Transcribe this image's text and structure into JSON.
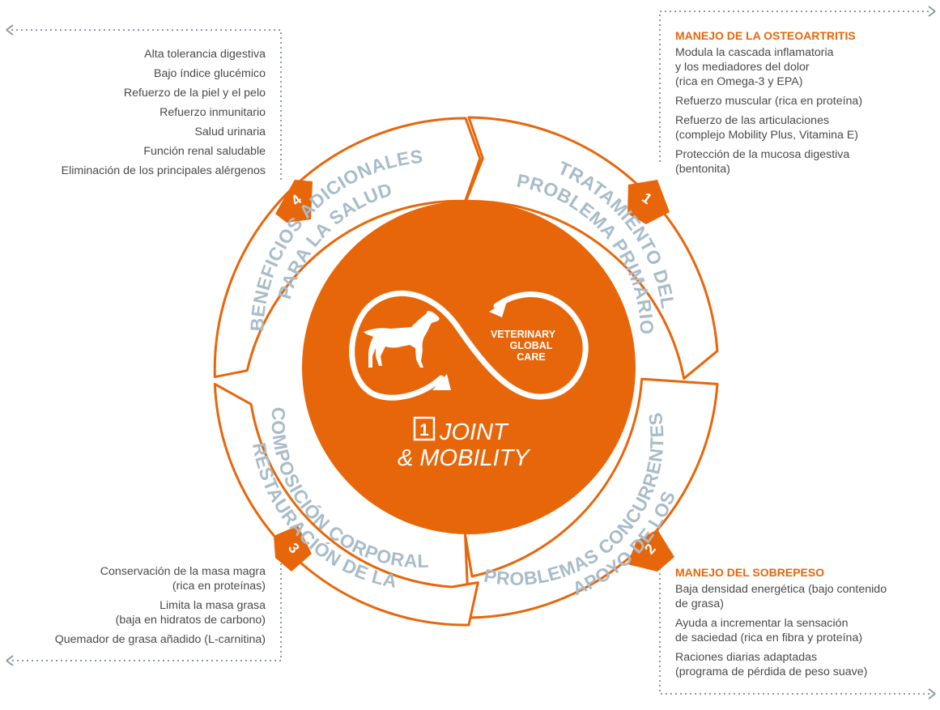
{
  "colors": {
    "accent": "#e8660a",
    "segment_text": "#a9bcc9",
    "body_text": "#4a4a4a",
    "dotted": "#8a9aa6"
  },
  "center": {
    "logo_text_lines": [
      "VETERINARY",
      "GLOBAL",
      "CARE"
    ],
    "product_number": "1",
    "product_name_line1": "JOINT",
    "product_name_line2": "& MOBILITY",
    "icons": [
      "dog-icon",
      "infinity-loop-icon",
      "circular-arrow-icon"
    ]
  },
  "segments": [
    {
      "number": "1",
      "line1": "TRATAMIENTO DEL",
      "line2": "PROBLEMA PRIMARIO"
    },
    {
      "number": "2",
      "line1": "APOYO DE LOS",
      "line2": "PROBLEMAS CONCURRENTES"
    },
    {
      "number": "3",
      "line1": "RESTAURACIÓN DE LA",
      "line2": "COMPOSICIÓN CORPORAL"
    },
    {
      "number": "4",
      "line1": "BENEFICIOS ADICIONALES",
      "line2": "PARA LA SALUD"
    }
  ],
  "panels": {
    "top_left": {
      "items": [
        [
          "Alta tolerancia digestiva"
        ],
        [
          "Bajo índice glucémico"
        ],
        [
          "Refuerzo de la piel y el pelo"
        ],
        [
          "Refuerzo inmunitario"
        ],
        [
          "Salud urinaria"
        ],
        [
          "Función renal saludable"
        ],
        [
          "Eliminación de los principales alérgenos"
        ]
      ]
    },
    "top_right": {
      "title": "MANEJO DE LA OSTEOARTRITIS",
      "items": [
        [
          "Modula la cascada inflamatoria",
          "y los mediadores del dolor",
          "(rica en Omega-3 y EPA)"
        ],
        [
          "Refuerzo muscular (rica en proteína)"
        ],
        [
          "Refuerzo de las articulaciones",
          "(complejo Mobility Plus, Vitamina E)"
        ],
        [
          "Protección de la mucosa digestiva",
          "(bentonita)"
        ]
      ]
    },
    "bottom_right": {
      "title": "MANEJO DEL SOBREPESO",
      "items": [
        [
          "Baja densidad energética (bajo contenido",
          "de grasa)"
        ],
        [
          "Ayuda a incrementar la sensación",
          "de saciedad (rica en fibra y proteína)"
        ],
        [
          "Raciones diarias adaptadas",
          "(programa de pérdida de peso suave)"
        ]
      ]
    },
    "bottom_left": {
      "items": [
        [
          "Conservación de la masa magra",
          "(rica en proteínas)"
        ],
        [
          "Limita la masa grasa",
          "(baja en hidratos de carbono)"
        ],
        [
          "Quemador de grasa añadido (L-carnitina)"
        ]
      ]
    }
  }
}
